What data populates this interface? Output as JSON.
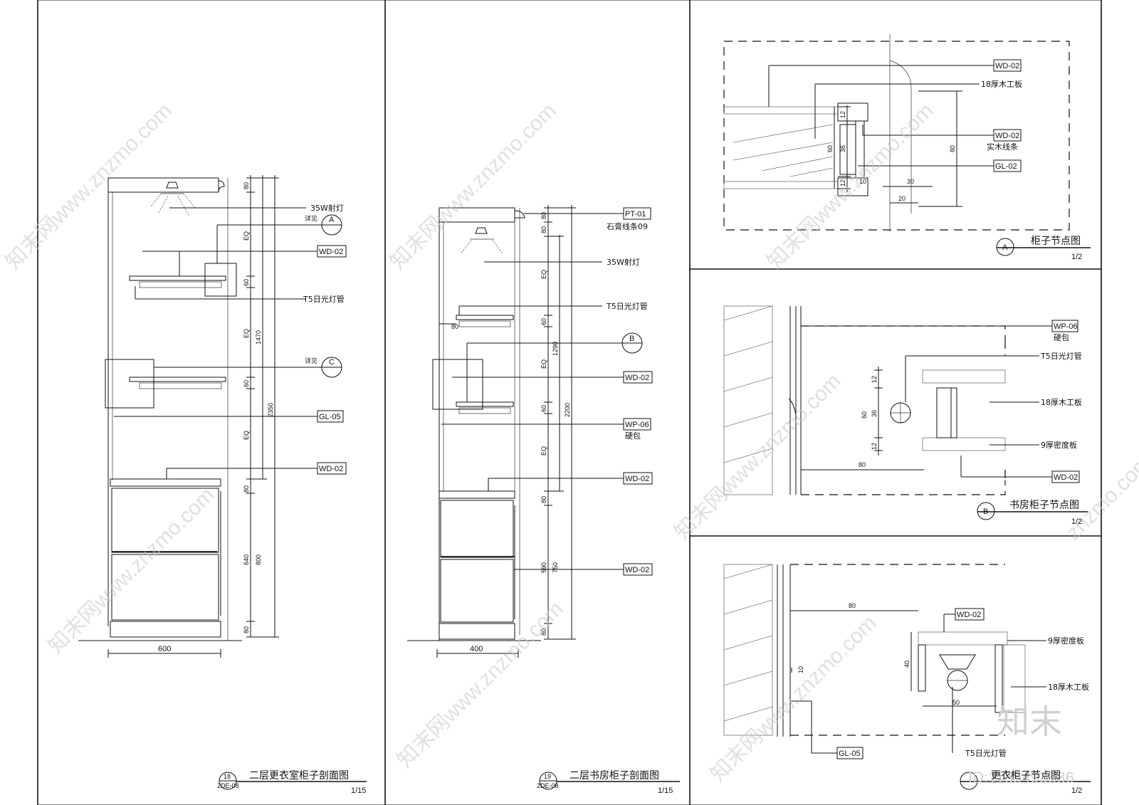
{
  "panel1": {
    "title": "二层更衣室柜子剖面图",
    "sheet_num": "18",
    "sheet_ref": "2DE-08",
    "scale": "1/15",
    "width_dim": "600",
    "dims": [
      "80",
      "EQ",
      "60",
      "EQ",
      "60",
      "EQ",
      "80",
      "640",
      "80",
      "1470",
      "800",
      "2350"
    ],
    "labels": {
      "light": "35W射灯",
      "note_a": "详见",
      "marker_a": "A",
      "wd1": "WD-02",
      "t5": "T5日光灯管",
      "note_c": "详见",
      "marker_c": "C",
      "gl": "GL-05",
      "wd2": "WD-02"
    }
  },
  "panel2": {
    "title": "二层书房柜子剖面图",
    "sheet_num": "19",
    "sheet_ref": "2DE-08",
    "scale": "1/15",
    "width_dim": "400",
    "dims": [
      "80",
      "80",
      "EQ",
      "60",
      "80",
      "EQ",
      "60",
      "EQ",
      "80",
      "590",
      "80",
      "1290",
      "750",
      "2200"
    ],
    "labels": {
      "pt": "PT-01",
      "pt_sub": "石膏线条09",
      "light": "35W射灯",
      "t5": "T5日光灯管",
      "marker_b": "B",
      "wd1": "WD-02",
      "wp": "WP-06",
      "wp_sub": "硬包",
      "wd2": "WD-02",
      "wd3": "WD-02"
    }
  },
  "detailA": {
    "title": "柜子节点图",
    "marker": "A",
    "scale": "1/2",
    "labels": [
      "WD-02",
      "18厚木工板",
      "WD-02",
      "实木线条",
      "GL-02"
    ],
    "dims": [
      "12",
      "36",
      "12",
      "60",
      "80",
      "10",
      "30",
      "20"
    ]
  },
  "detailB": {
    "title": "书房柜子节点图",
    "marker": "B",
    "scale": "1/2",
    "labels": [
      "WP-06",
      "硬包",
      "T5日光灯管",
      "18厚木工板",
      "9厚密度板",
      "WD-02"
    ],
    "dims": [
      "12",
      "36",
      "12",
      "60",
      "80"
    ]
  },
  "detailC": {
    "title": "更衣柜子节点图",
    "scale": "1/2",
    "labels": [
      "WD-02",
      "9厚密度板",
      "18厚木工板",
      "GL-05",
      "T5日光灯管"
    ],
    "dims": [
      "80",
      "40",
      "10",
      "50"
    ]
  },
  "watermark": {
    "logo": "知末",
    "id": "ID:1185493586",
    "site": "znzmo.com",
    "site2": "知末网www.znzmo.com"
  }
}
